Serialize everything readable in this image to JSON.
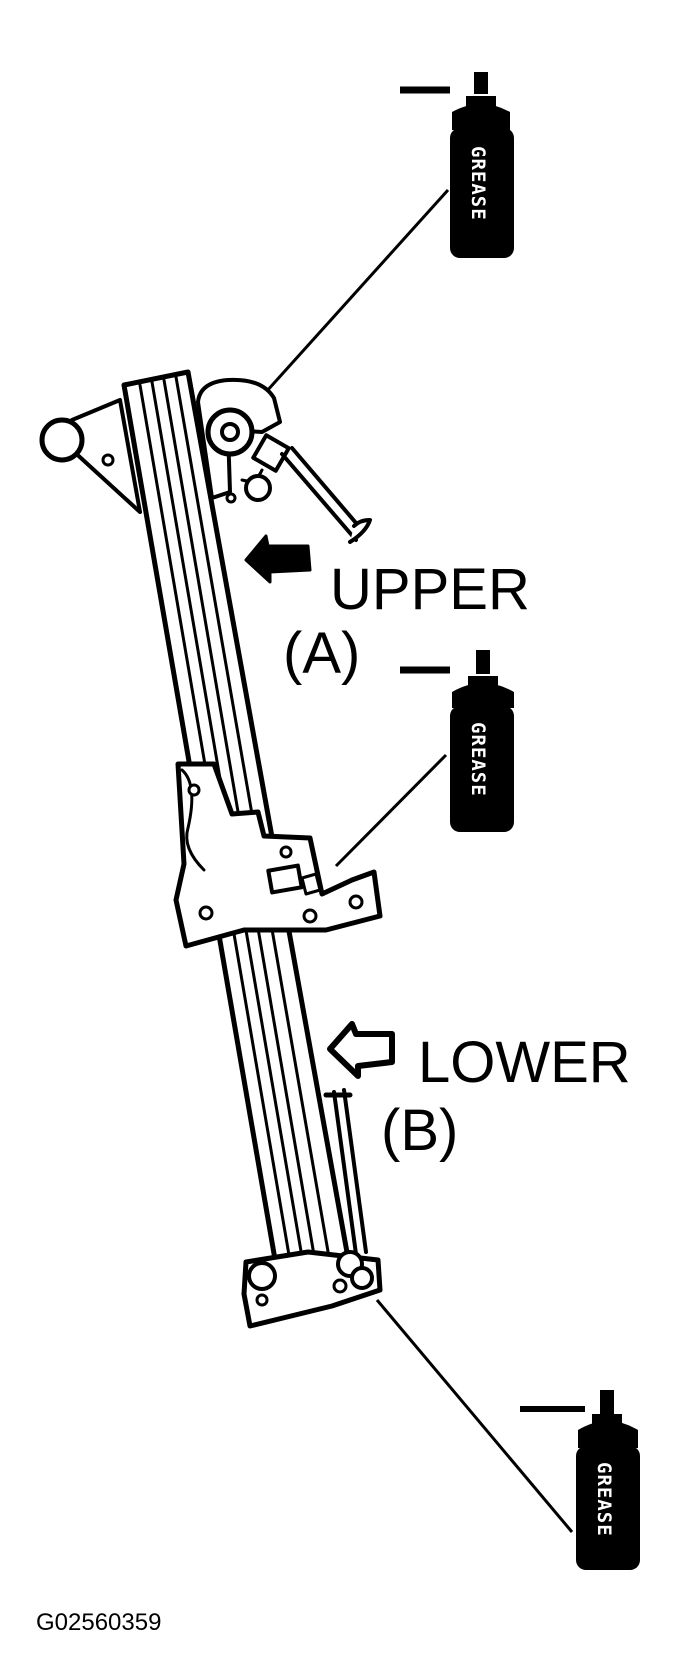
{
  "labels": {
    "upper": "UPPER",
    "upper_point": "(A)",
    "lower": "LOWER",
    "lower_point": "(B)"
  },
  "grease_can_text": "GREASE",
  "figure_id": "G02560359",
  "colors": {
    "ink": "#000000",
    "paper": "#ffffff"
  }
}
